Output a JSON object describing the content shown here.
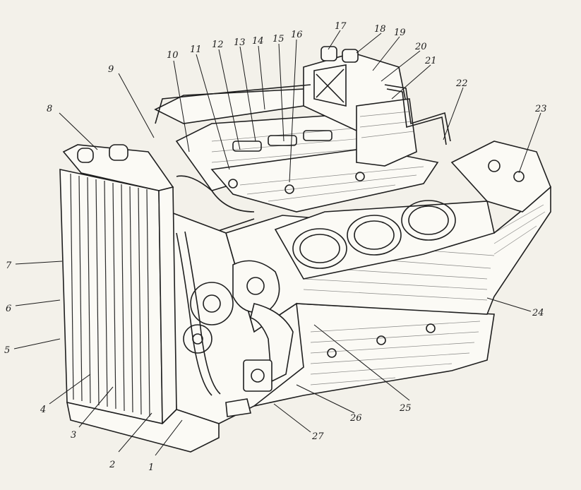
{
  "figure": {
    "callouts": [
      {
        "id": "c1",
        "text": "1"
      },
      {
        "id": "c2",
        "text": "2"
      },
      {
        "id": "c3",
        "text": "3"
      },
      {
        "id": "c4",
        "text": "4"
      },
      {
        "id": "c5",
        "text": "5"
      },
      {
        "id": "c6",
        "text": "6"
      },
      {
        "id": "c7",
        "text": "7"
      },
      {
        "id": "c8",
        "text": "8"
      },
      {
        "id": "c9",
        "text": "9"
      },
      {
        "id": "c10",
        "text": "10"
      },
      {
        "id": "c11",
        "text": "11"
      },
      {
        "id": "c12",
        "text": "12"
      },
      {
        "id": "c13",
        "text": "13"
      },
      {
        "id": "c14",
        "text": "14"
      },
      {
        "id": "c15",
        "text": "15"
      },
      {
        "id": "c16",
        "text": "16"
      },
      {
        "id": "c17",
        "text": "17"
      },
      {
        "id": "c18",
        "text": "18"
      },
      {
        "id": "c19",
        "text": "19"
      },
      {
        "id": "c20",
        "text": "20"
      },
      {
        "id": "c21",
        "text": "21"
      },
      {
        "id": "c22",
        "text": "22"
      },
      {
        "id": "c23",
        "text": "23"
      },
      {
        "id": "c24",
        "text": "24"
      },
      {
        "id": "c25",
        "text": "25"
      },
      {
        "id": "c26",
        "text": "26"
      },
      {
        "id": "c27",
        "text": "27"
      }
    ]
  }
}
